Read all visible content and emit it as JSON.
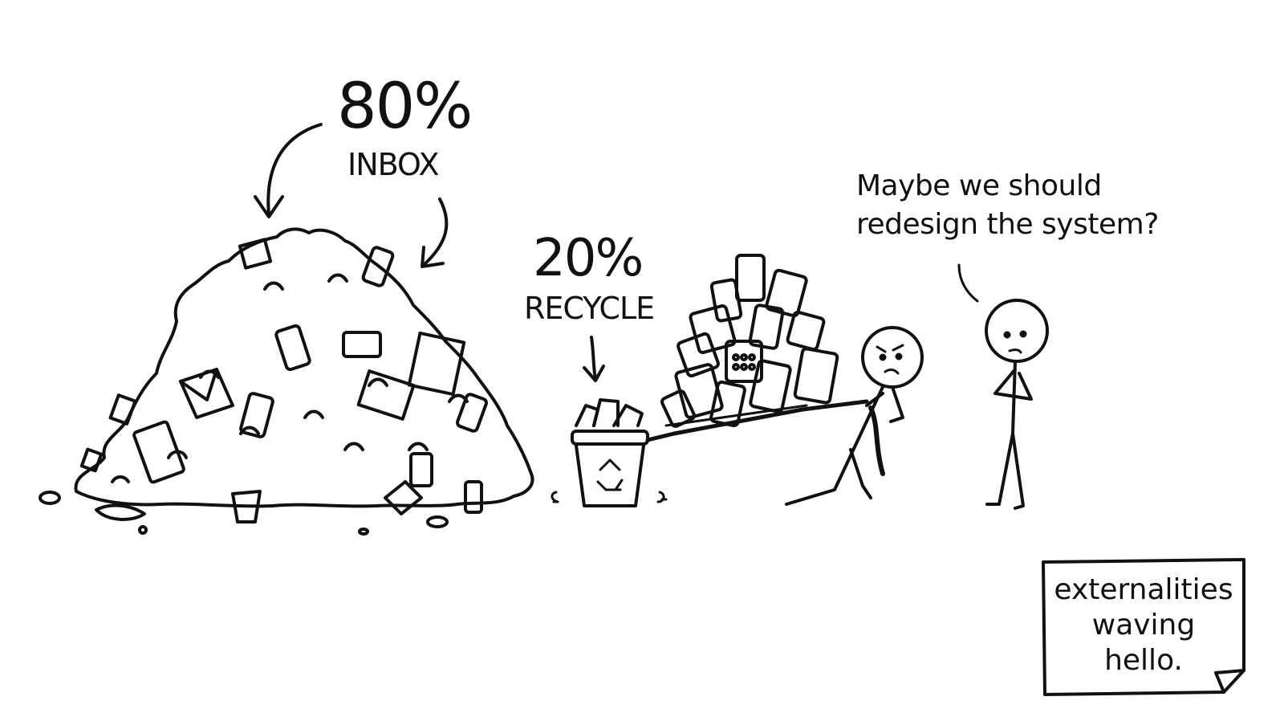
{
  "illustration": {
    "style": "hand-drawn black ink on white",
    "colors": {
      "ink": "#111111",
      "paper": "#ffffff"
    }
  },
  "inbox_label": {
    "percent": "80%",
    "word": "INBOX"
  },
  "recycle_label": {
    "percent": "20%",
    "word": "RECYCLE"
  },
  "speech": {
    "line1": "Maybe we should",
    "line2": "redesign the system?"
  },
  "sticky_note": {
    "line1": "externalities",
    "line2": "waving",
    "line3": "hello."
  },
  "elements": {
    "trash_pile": "large heap of waste with phones, envelopes, papers, cups, bottles",
    "recycle_bin": "small bin with recycle-symbol",
    "device_pile": "stack of phones and tablets on a sled",
    "stick_figure_pulling": "frowning figure pulling rope with tie",
    "stick_figure_observing": "arms-crossed figure speaking"
  }
}
